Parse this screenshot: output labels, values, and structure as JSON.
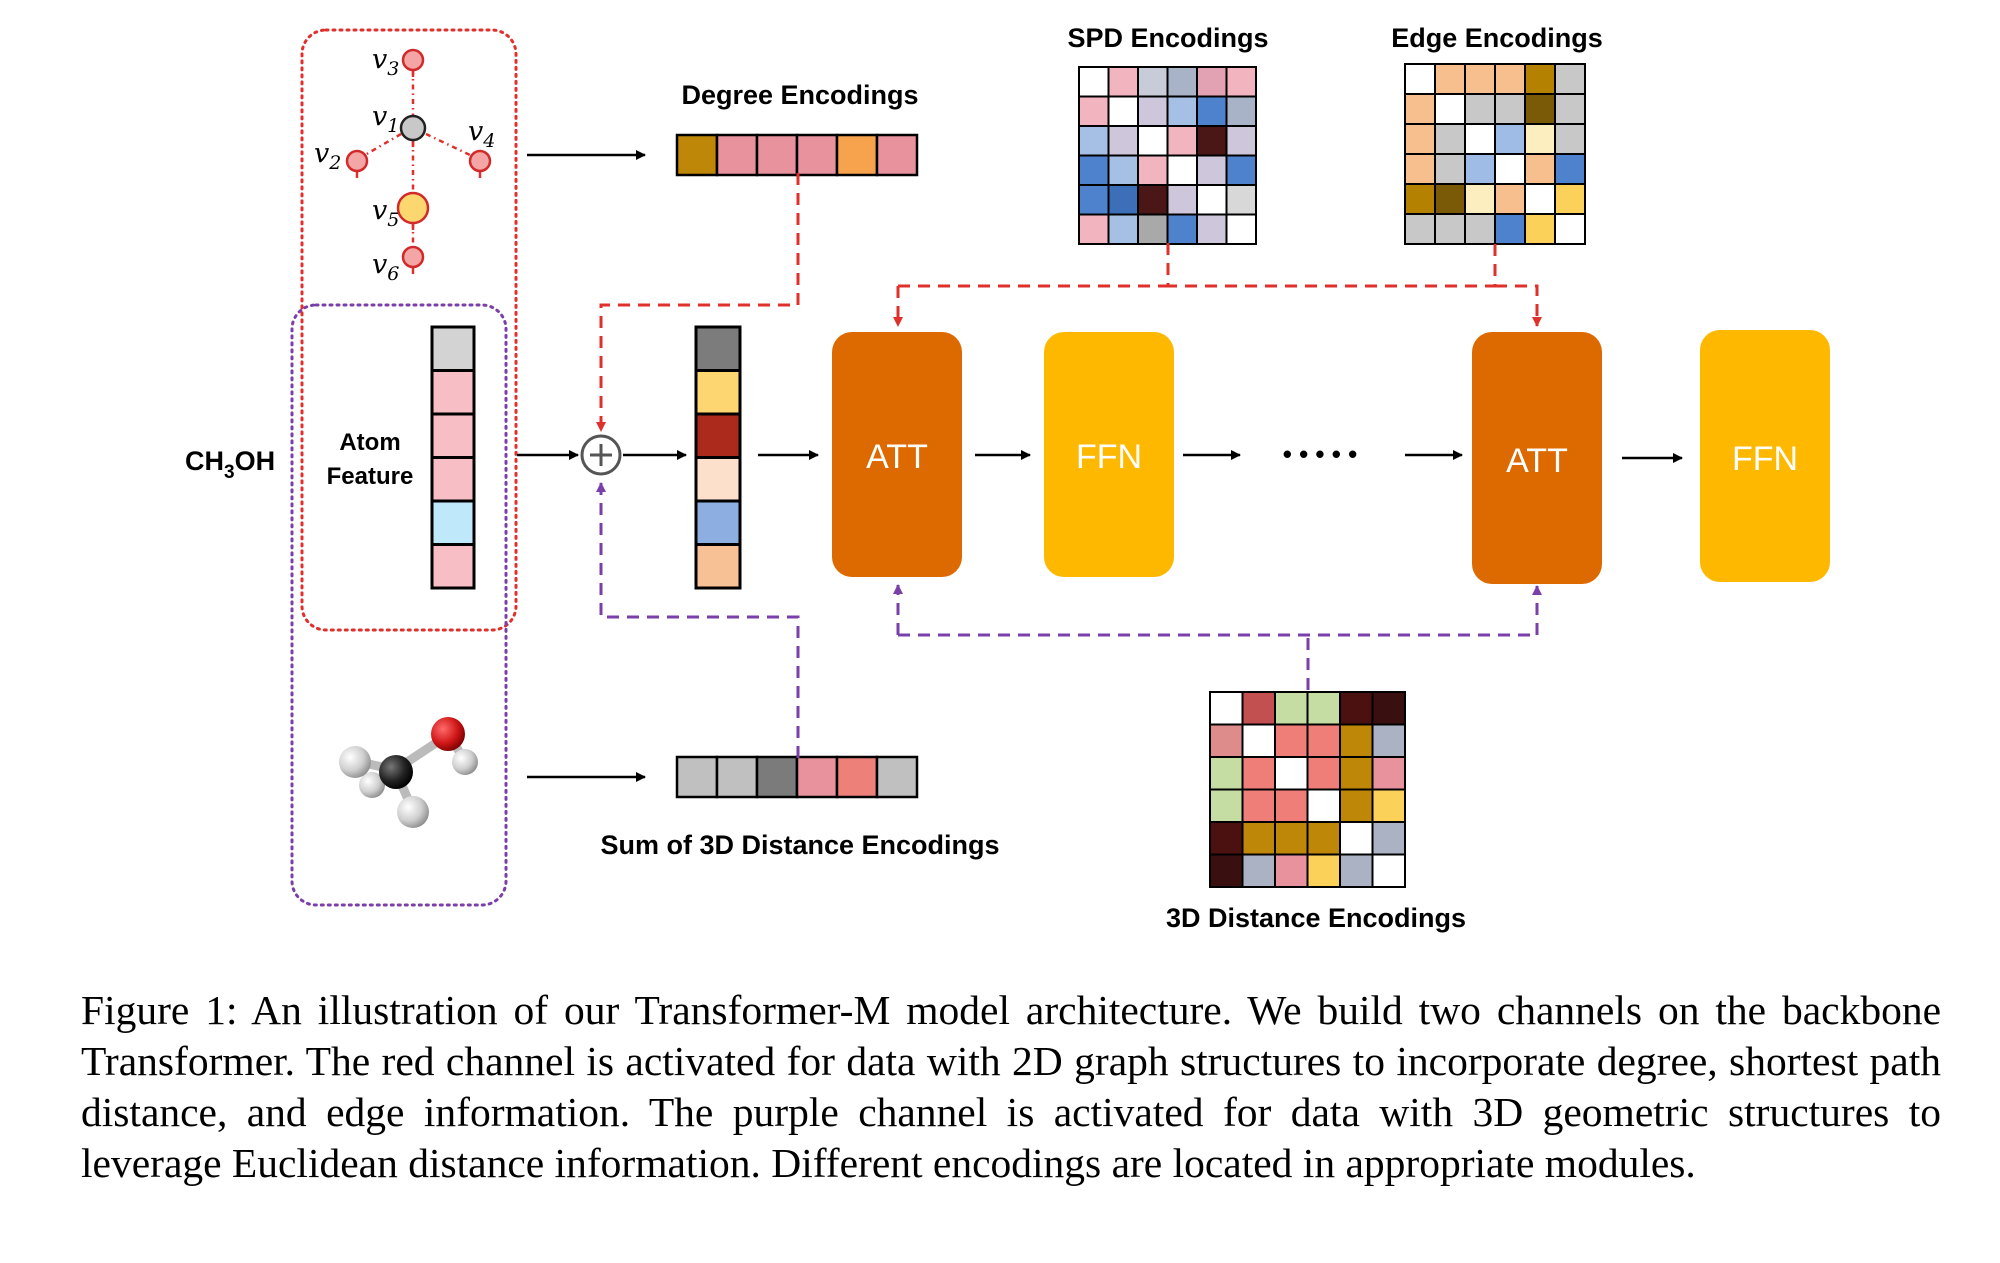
{
  "diagram": {
    "input_formula": {
      "main": "CH",
      "subscript": "3",
      "tail": "OH"
    },
    "atom_feature_label": [
      "Atom",
      "Feature"
    ],
    "graph_nodes": [
      {
        "id": "v1",
        "letter": "v",
        "sub": "1",
        "color": "#c8c8c8"
      },
      {
        "id": "v2",
        "letter": "v",
        "sub": "2",
        "color": "#f4a6a6"
      },
      {
        "id": "v3",
        "letter": "v",
        "sub": "3",
        "color": "#f4a6a6"
      },
      {
        "id": "v4",
        "letter": "v",
        "sub": "4",
        "color": "#f4a6a6"
      },
      {
        "id": "v5",
        "letter": "v",
        "sub": "5",
        "color": "#fcd770"
      },
      {
        "id": "v6",
        "letter": "v",
        "sub": "6",
        "color": "#f4a6a6"
      }
    ],
    "degree_encodings": {
      "label": "Degree Encodings",
      "cells": [
        "#bf8707",
        "#e8929e",
        "#e8929e",
        "#e8929e",
        "#f7a24d",
        "#e8929e"
      ]
    },
    "atom_feature_cells": [
      "#d3d3d3",
      "#f7bec6",
      "#f7bec6",
      "#f7bec6",
      "#bfe9fa",
      "#f7bec6"
    ],
    "combined_cells": [
      "#7c7c7c",
      "#fdd672",
      "#ab2a1b",
      "#fde0cc",
      "#8daee0",
      "#f8c095"
    ],
    "dist3d_sum": {
      "label": "Sum of 3D Distance Encodings",
      "cells": [
        "#c0c0c0",
        "#c0c0c0",
        "#7b7b7b",
        "#e8929e",
        "#ed8079",
        "#c0c0c0"
      ]
    },
    "spd_encodings": {
      "label": "SPD Encodings",
      "grid": [
        [
          "#ffffff",
          "#f2b5c0",
          "#c8ccd8",
          "#a9b3c8",
          "#e3a2b3",
          "#f2b5c0"
        ],
        [
          "#f2b5c0",
          "#ffffff",
          "#cec7dc",
          "#a6bfe4",
          "#4f82cc",
          "#a9b3c8"
        ],
        [
          "#a6bfe4",
          "#cec7dc",
          "#ffffff",
          "#f2b5c0",
          "#4a1716",
          "#cec7dc"
        ],
        [
          "#4f82cc",
          "#a6bfe4",
          "#f2b5c0",
          "#ffffff",
          "#cec7dc",
          "#4f82cc"
        ],
        [
          "#4f82cc",
          "#3d6fb9",
          "#4a1716",
          "#cec7dc",
          "#ffffff",
          "#d8d8d8"
        ],
        [
          "#f2b5c0",
          "#a6bfe4",
          "#a9a9a9",
          "#4f82cc",
          "#cec7dc",
          "#ffffff"
        ]
      ]
    },
    "edge_encodings": {
      "label": "Edge Encodings",
      "grid": [
        [
          "#ffffff",
          "#f8bf8e",
          "#f8bf8e",
          "#f8bf8e",
          "#b48100",
          "#c8c8c8"
        ],
        [
          "#f8bf8e",
          "#ffffff",
          "#c8c8c8",
          "#c8c8c8",
          "#7a5a06",
          "#c8c8c8"
        ],
        [
          "#f8bf8e",
          "#c8c8c8",
          "#ffffff",
          "#9fbce6",
          "#fdeec0",
          "#c8c8c8"
        ],
        [
          "#f8bf8e",
          "#c8c8c8",
          "#9fbce6",
          "#ffffff",
          "#f8bf8e",
          "#4f82cc"
        ],
        [
          "#b48100",
          "#7a5a06",
          "#fdeec0",
          "#f8bf8e",
          "#ffffff",
          "#fcd15a"
        ],
        [
          "#c8c8c8",
          "#c8c8c8",
          "#c8c8c8",
          "#4f82cc",
          "#fcd15a",
          "#ffffff"
        ]
      ]
    },
    "dist3d_encodings": {
      "label": "3D Distance Encodings",
      "grid": [
        [
          "#ffffff",
          "#c35050",
          "#c5dca2",
          "#c5dca2",
          "#4b1010",
          "#3a0f0f"
        ],
        [
          "#de8b8b",
          "#ffffff",
          "#ef7e78",
          "#ef7e78",
          "#bf8707",
          "#aab2c4"
        ],
        [
          "#c5dca2",
          "#ef7e78",
          "#ffffff",
          "#ef7e78",
          "#bf8707",
          "#e8929e"
        ],
        [
          "#c5dca2",
          "#ef7e78",
          "#ef7e78",
          "#ffffff",
          "#bf8707",
          "#fcd15a"
        ],
        [
          "#4b1010",
          "#bf8707",
          "#bf8707",
          "#bf8707",
          "#ffffff",
          "#aab2c4"
        ],
        [
          "#3a0f0f",
          "#aab2c4",
          "#e8929e",
          "#fcd15a",
          "#aab2c4",
          "#ffffff"
        ]
      ]
    },
    "blocks": [
      {
        "id": "att-1",
        "label": "ATT",
        "color": "#dd6a00"
      },
      {
        "id": "ffn-1",
        "label": "FFN",
        "color": "#ffb800"
      },
      {
        "id": "att-2",
        "label": "ATT",
        "color": "#dd6a00"
      },
      {
        "id": "ffn-2",
        "label": "FFN",
        "color": "#ffb800"
      }
    ],
    "ellipsis": "• • • • •",
    "channel_colors": {
      "red": "#e0302c",
      "purple": "#7a3fa8"
    }
  },
  "caption": "Figure 1: An illustration of our Transformer-M model architecture. We build two channels on the backbone Transformer. The red channel is activated for data with 2D graph structures to incorporate degree, shortest path distance, and edge information. The purple channel is activated for data with 3D geometric structures to leverage Euclidean distance information. Different encodings are located in appropriate modules."
}
